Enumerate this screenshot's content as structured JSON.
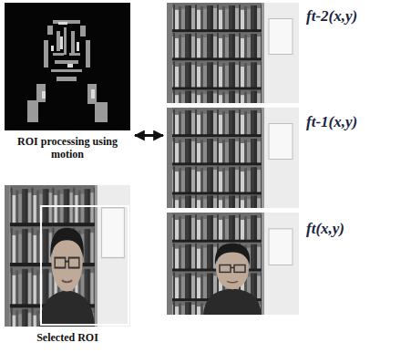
{
  "diagram": {
    "nodes": [
      {
        "text": [
          "ROI processing using motion"
        ]
      },
      {
        "text": [
          "Selected ROI"
        ]
      },
      {
        "text": [
          "ft-2(x,y)"
        ]
      },
      {
        "text": [
          "ft-1(x,y)"
        ]
      },
      {
        "text": [
          "ft(x,y)"
        ]
      }
    ],
    "edges": [
      {
        "from": 0,
        "to": 3,
        "arrow": "both"
      }
    ]
  }
}
